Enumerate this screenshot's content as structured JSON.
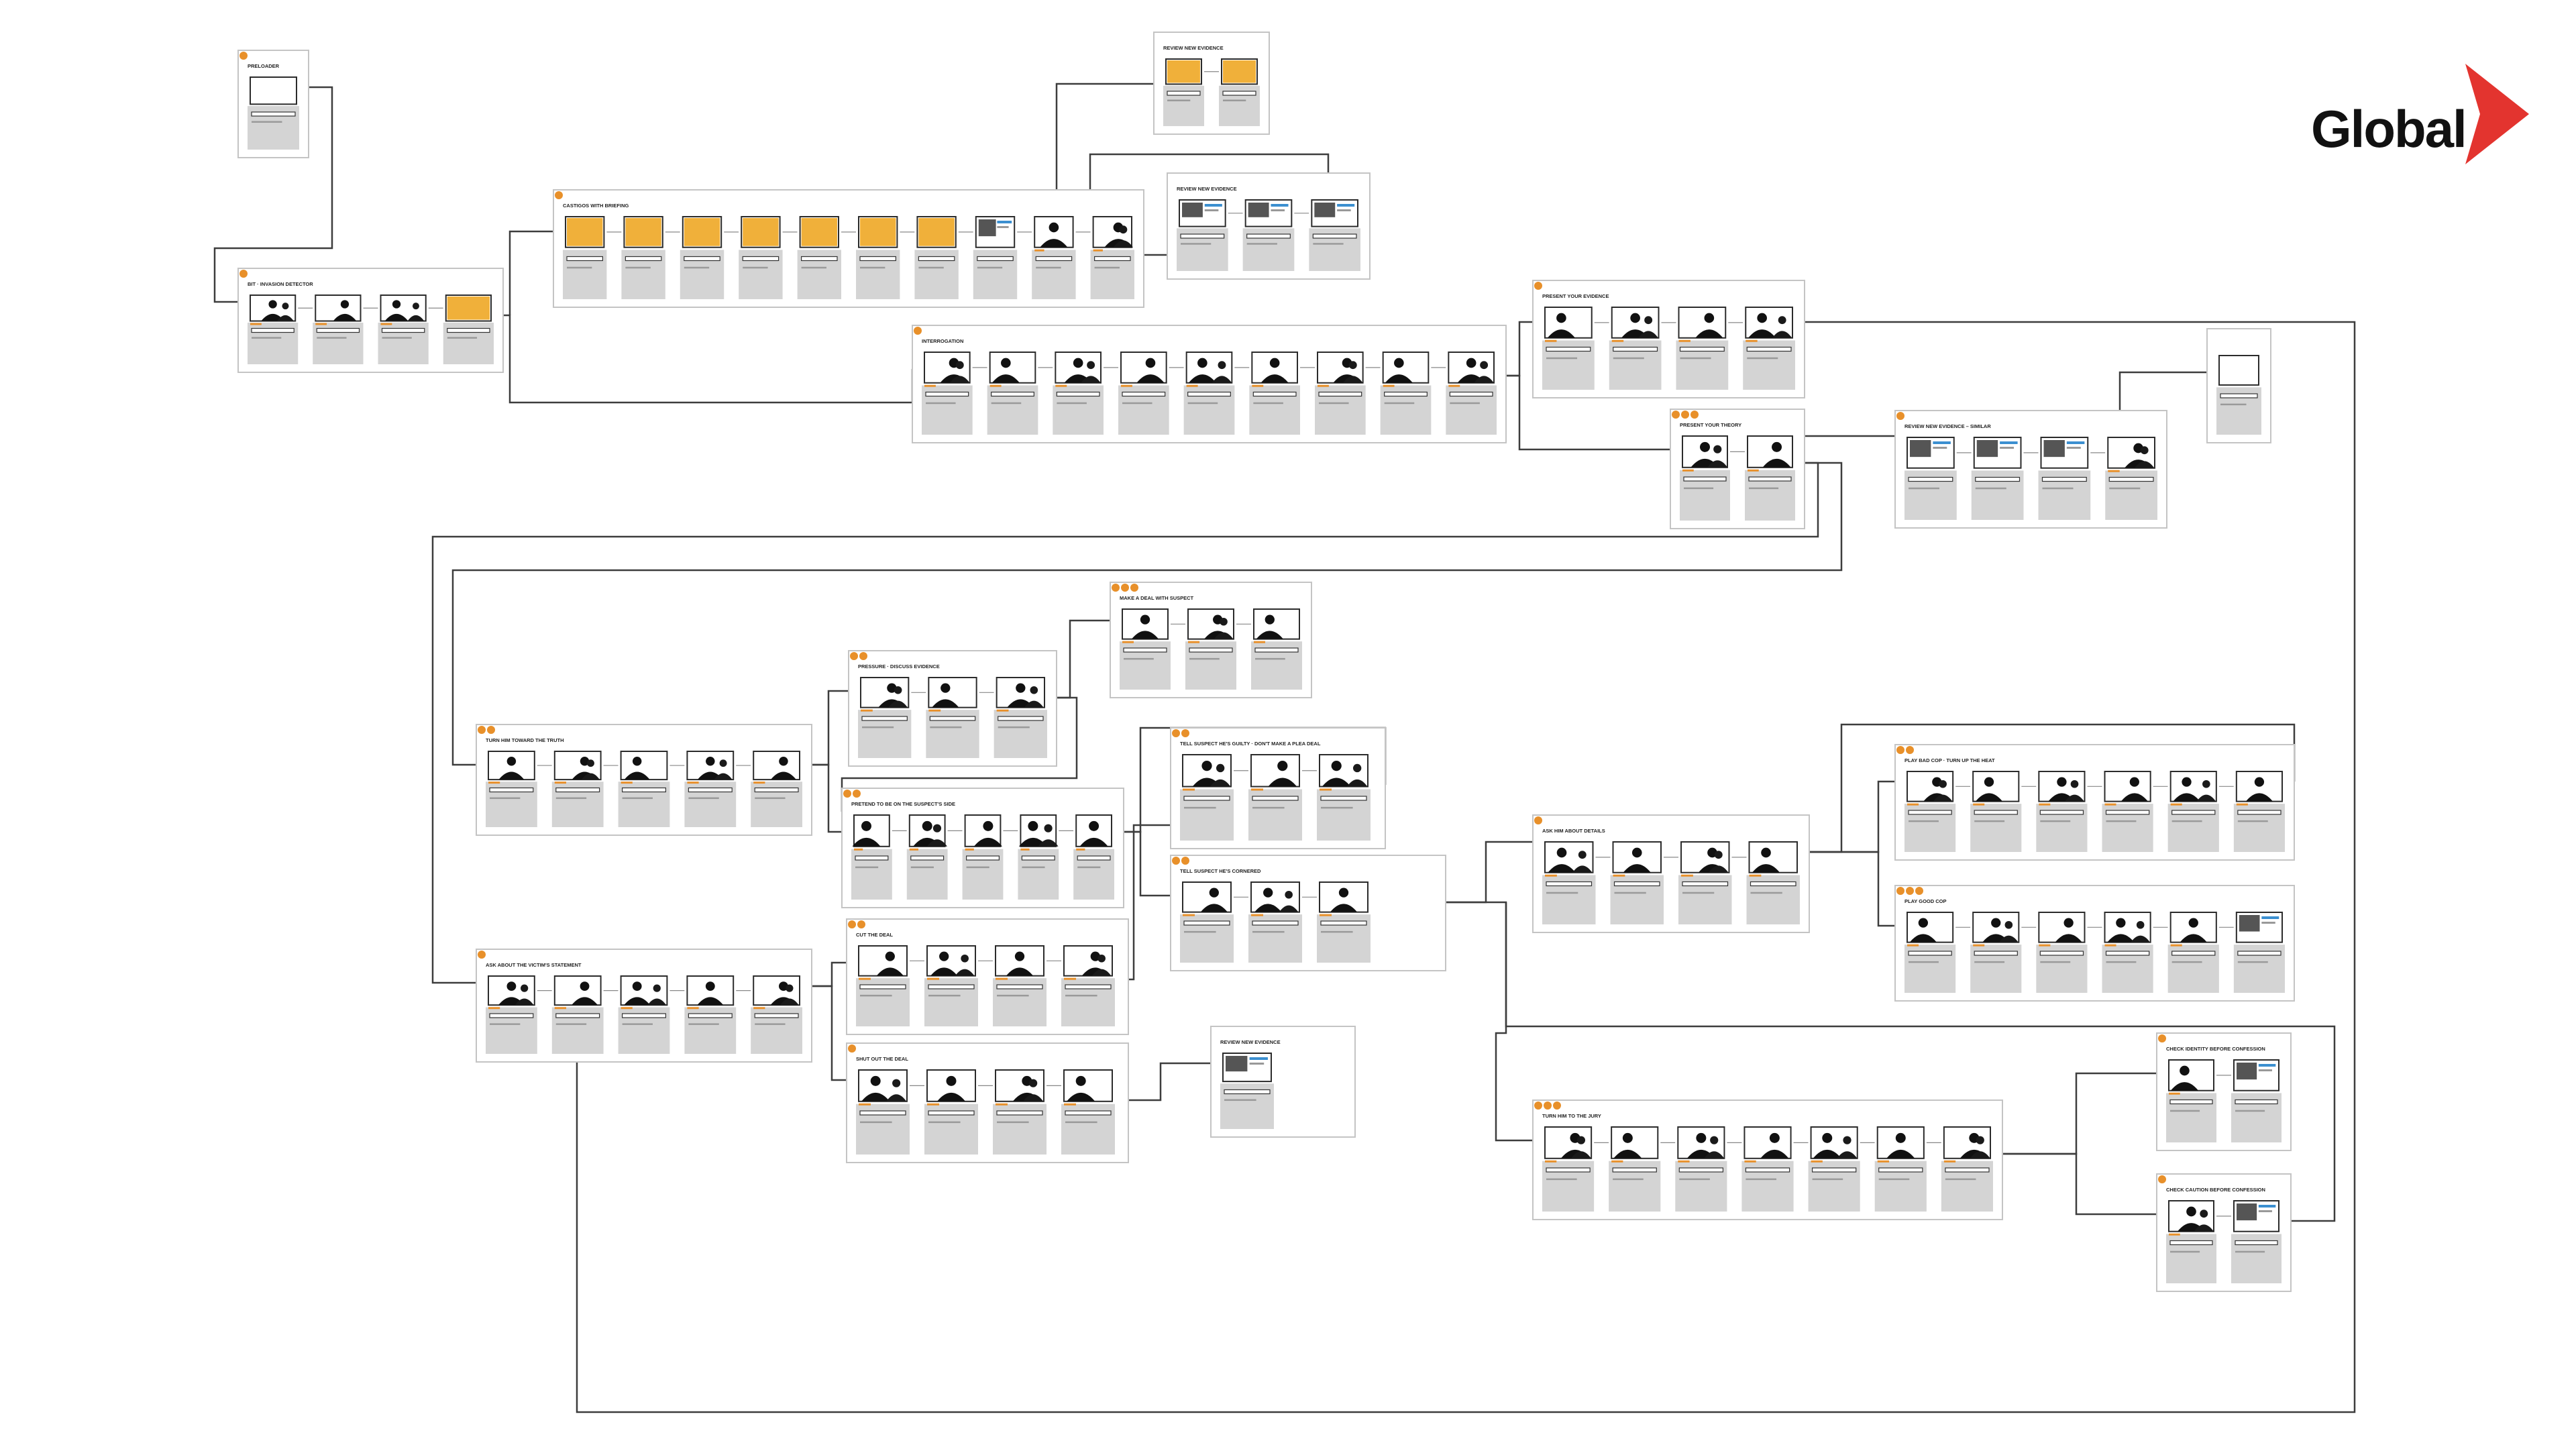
{
  "brand": {
    "name": "Global",
    "accent_color": "#e3342f",
    "icon": "chevron-right-icon"
  },
  "colors": {
    "group_border": "#c4c4c4",
    "card_gray": "#d4d4d4",
    "screen_border": "#2b2b2b",
    "highlight": "#f0b03a",
    "marker": "#e8902a",
    "link": "#3d3d3d",
    "progress": "#3b8fd0"
  },
  "groups": [
    {
      "id": "g01",
      "title": "PRELOADER",
      "cards": [
        "blank"
      ]
    },
    {
      "id": "g02",
      "title": "BIT · INVASION DETECTOR",
      "cards": [
        "silhouette",
        "silhouette",
        "silhouette",
        "highlight"
      ]
    },
    {
      "id": "g03",
      "title": "CASTIGOS WITH BRIEFING",
      "cards": [
        "highlight",
        "highlight",
        "highlight",
        "highlight",
        "highlight",
        "highlight",
        "highlight",
        "evidence",
        "silhouette",
        "silhouette"
      ]
    },
    {
      "id": "g04",
      "title": "REVIEW NEW EVIDENCE",
      "cards": [
        "highlight",
        "highlight"
      ]
    },
    {
      "id": "g05",
      "title": "REVIEW NEW EVIDENCE",
      "cards": [
        "evidence",
        "evidence",
        "evidence"
      ]
    },
    {
      "id": "g06",
      "title": "INTERROGATION",
      "cards": [
        "silhouette",
        "silhouette",
        "silhouette",
        "silhouette",
        "silhouette",
        "silhouette",
        "silhouette",
        "silhouette",
        "silhouette"
      ]
    },
    {
      "id": "g07",
      "title": "PRESENT YOUR EVIDENCE",
      "cards": [
        "silhouette",
        "silhouette",
        "silhouette",
        "silhouette"
      ]
    },
    {
      "id": "g08",
      "title": "PRESENT YOUR THEORY",
      "cards": [
        "silhouette",
        "silhouette"
      ]
    },
    {
      "id": "g09",
      "title": "REVIEW NEW EVIDENCE – SIMILAR",
      "cards": [
        "evidence",
        "evidence",
        "evidence",
        "silhouette"
      ]
    },
    {
      "id": "g10",
      "title": "",
      "cards": [
        "blank"
      ]
    },
    {
      "id": "g11",
      "title": "MAKE A DEAL WITH SUSPECT",
      "cards": [
        "silhouette",
        "silhouette",
        "silhouette"
      ]
    },
    {
      "id": "g12",
      "title": "PRESSURE · DISCUSS EVIDENCE",
      "cards": [
        "silhouette",
        "silhouette",
        "silhouette"
      ]
    },
    {
      "id": "g13",
      "title": "PRETEND TO BE ON THE SUSPECT'S SIDE",
      "cards": [
        "silhouette",
        "silhouette",
        "silhouette",
        "silhouette",
        "silhouette"
      ]
    },
    {
      "id": "g14",
      "title": "TELL SUSPECT HE'S GUILTY · DON'T MAKE A PLEA DEAL",
      "cards": [
        "silhouette",
        "silhouette",
        "silhouette"
      ]
    },
    {
      "id": "g15",
      "title": "TELL SUSPECT HE'S CORNERED",
      "cards": [
        "silhouette",
        "silhouette",
        "silhouette"
      ]
    },
    {
      "id": "g16",
      "title": "ASK HIM ABOUT DETAILS",
      "cards": [
        "silhouette",
        "silhouette",
        "silhouette",
        "silhouette"
      ]
    },
    {
      "id": "g17",
      "title": "TURN HIM TOWARD THE TRUTH",
      "cards": [
        "silhouette",
        "silhouette",
        "silhouette",
        "silhouette",
        "silhouette"
      ]
    },
    {
      "id": "g18",
      "title": "PLAY BAD COP · TURN UP THE HEAT",
      "cards": [
        "silhouette",
        "silhouette",
        "silhouette",
        "silhouette",
        "silhouette",
        "silhouette"
      ]
    },
    {
      "id": "g19",
      "title": "PLAY GOOD COP",
      "cards": [
        "silhouette",
        "silhouette",
        "silhouette",
        "silhouette",
        "silhouette",
        "evidence"
      ]
    },
    {
      "id": "g20",
      "title": "ASK ABOUT THE VICTIM'S STATEMENT",
      "cards": [
        "silhouette",
        "silhouette",
        "silhouette",
        "silhouette",
        "silhouette"
      ]
    },
    {
      "id": "g21",
      "title": "CUT THE DEAL",
      "cards": [
        "silhouette",
        "silhouette",
        "silhouette",
        "silhouette"
      ]
    },
    {
      "id": "g22",
      "title": "SHUT OUT THE DEAL",
      "cards": [
        "silhouette",
        "silhouette",
        "silhouette",
        "silhouette"
      ]
    },
    {
      "id": "g23",
      "title": "REVIEW NEW EVIDENCE",
      "cards": [
        "evidence"
      ]
    },
    {
      "id": "g24",
      "title": "TURN HIM TO THE JURY",
      "cards": [
        "silhouette",
        "silhouette",
        "silhouette",
        "silhouette",
        "silhouette",
        "silhouette",
        "silhouette"
      ]
    },
    {
      "id": "g25",
      "title": "CHECK IDENTITY BEFORE CONFESSION",
      "cards": [
        "silhouette",
        "evidence"
      ]
    },
    {
      "id": "g26",
      "title": "CHECK CAUTION BEFORE CONFESSION",
      "cards": [
        "silhouette",
        "evidence"
      ]
    }
  ]
}
